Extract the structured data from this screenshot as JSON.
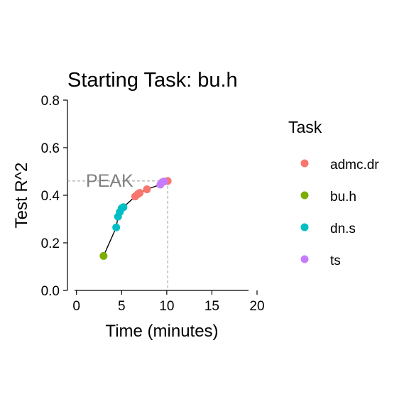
{
  "chart_data": {
    "type": "scatter",
    "title": "Starting Task:  bu.h",
    "xlabel": "Time (minutes)",
    "ylabel": "Test R^2",
    "xlim": [
      -1,
      20
    ],
    "ylim": [
      0,
      0.8
    ],
    "x_ticks": [
      0,
      5,
      10,
      15,
      20
    ],
    "y_ticks": [
      0.0,
      0.2,
      0.4,
      0.6,
      0.8
    ],
    "x_tick_labels": [
      "0",
      "5",
      "10",
      "15",
      "20"
    ],
    "y_tick_labels": [
      "0.0",
      "0.2",
      "0.4",
      "0.6",
      "0.8"
    ],
    "grid": false,
    "legend_title": "Task",
    "legend_position": "right",
    "series": [
      {
        "name": "admc.dr",
        "color": "#F8766D",
        "points": [
          [
            6.5,
            0.395
          ],
          [
            6.8,
            0.405
          ],
          [
            7.0,
            0.41
          ],
          [
            7.8,
            0.425
          ],
          [
            10.1,
            0.46
          ]
        ]
      },
      {
        "name": "bu.h",
        "color": "#7CAE00",
        "points": [
          [
            3.0,
            0.145
          ]
        ]
      },
      {
        "name": "dn.s",
        "color": "#00BFC4",
        "points": [
          [
            4.4,
            0.265
          ],
          [
            4.6,
            0.31
          ],
          [
            4.8,
            0.33
          ],
          [
            5.0,
            0.345
          ],
          [
            5.2,
            0.35
          ]
        ]
      },
      {
        "name": "ts",
        "color": "#C77CFF",
        "points": [
          [
            9.3,
            0.445
          ],
          [
            9.5,
            0.455
          ],
          [
            9.7,
            0.458
          ]
        ]
      }
    ],
    "line": [
      [
        3.0,
        0.145
      ],
      [
        4.4,
        0.265
      ],
      [
        4.6,
        0.31
      ],
      [
        4.8,
        0.33
      ],
      [
        5.0,
        0.345
      ],
      [
        5.2,
        0.35
      ],
      [
        6.5,
        0.395
      ],
      [
        6.8,
        0.405
      ],
      [
        7.0,
        0.41
      ],
      [
        7.8,
        0.425
      ],
      [
        9.3,
        0.445
      ],
      [
        9.5,
        0.455
      ],
      [
        9.7,
        0.458
      ],
      [
        10.1,
        0.46
      ]
    ],
    "peak": {
      "label": "PEAK",
      "x": 10.1,
      "y": 0.46
    }
  }
}
